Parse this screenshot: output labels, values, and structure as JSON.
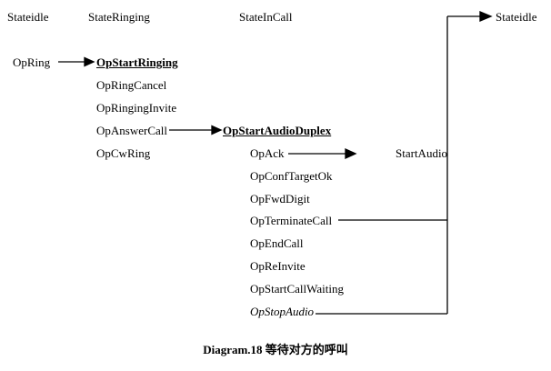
{
  "headers": {
    "state_idle_left": "Stateidle",
    "state_ringing": "StateRinging",
    "state_incall": "StateInCall",
    "state_idle_right": "Stateidle"
  },
  "events": {
    "op_ring": "OpRing"
  },
  "ringing_column": {
    "op_start_ringing": "OpStartRinging",
    "op_ring_cancel": "OpRingCancel",
    "op_ringing_invite": "OpRingingInvite",
    "op_answer_call": "OpAnswerCall",
    "op_cw_ring": "OpCwRing"
  },
  "incall_column": {
    "op_start_audio_duplex": "OpStartAudioDuplex",
    "op_ack": "OpAck",
    "start_audio": "StartAudio",
    "op_conf_target_ok": "OpConfTargetOk",
    "op_fwd_digit": "OpFwdDigit",
    "op_terminate_call": "OpTerminateCall",
    "op_end_call": "OpEndCall",
    "op_re_invite": "OpReInvite",
    "op_start_call_waiting": "OpStartCallWaiting",
    "op_stop_audio": "OpStopAudio"
  },
  "caption": "Diagram.18 等待对方的呼叫",
  "colors": {
    "line": "#000000",
    "text": "#000000",
    "background": "#ffffff"
  }
}
